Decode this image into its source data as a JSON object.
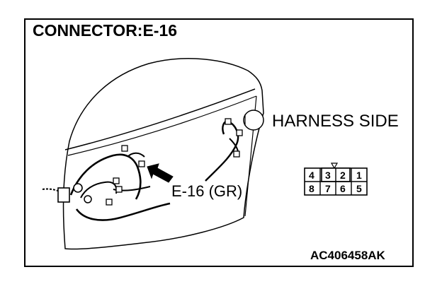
{
  "title": "CONNECTOR:E-16",
  "harness_side_label": "HARNESS SIDE",
  "connector_label": "E-16 (GR)",
  "reference_code": "AC406458AK",
  "connector_pins": {
    "top_row": [
      "4",
      "3",
      "2",
      "1"
    ],
    "bottom_row": [
      "8",
      "7",
      "6",
      "5"
    ]
  }
}
